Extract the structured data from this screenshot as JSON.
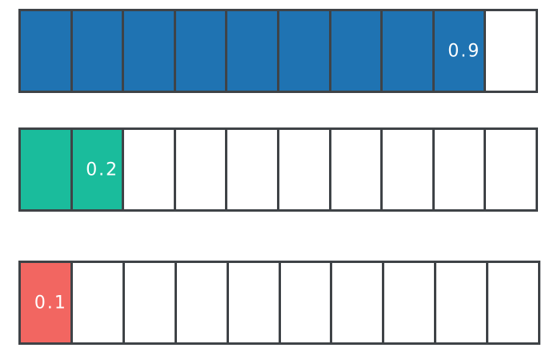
{
  "strips": [
    {
      "value": 0.9,
      "label": "0.9",
      "filled": 9,
      "total": 10,
      "color": "#1f73b2"
    },
    {
      "value": 0.2,
      "label": "0.2",
      "filled": 2,
      "total": 10,
      "color": "#1abc9c"
    },
    {
      "value": 0.1,
      "label": "0.1",
      "filled": 1,
      "total": 10,
      "color": "#f26661"
    }
  ]
}
